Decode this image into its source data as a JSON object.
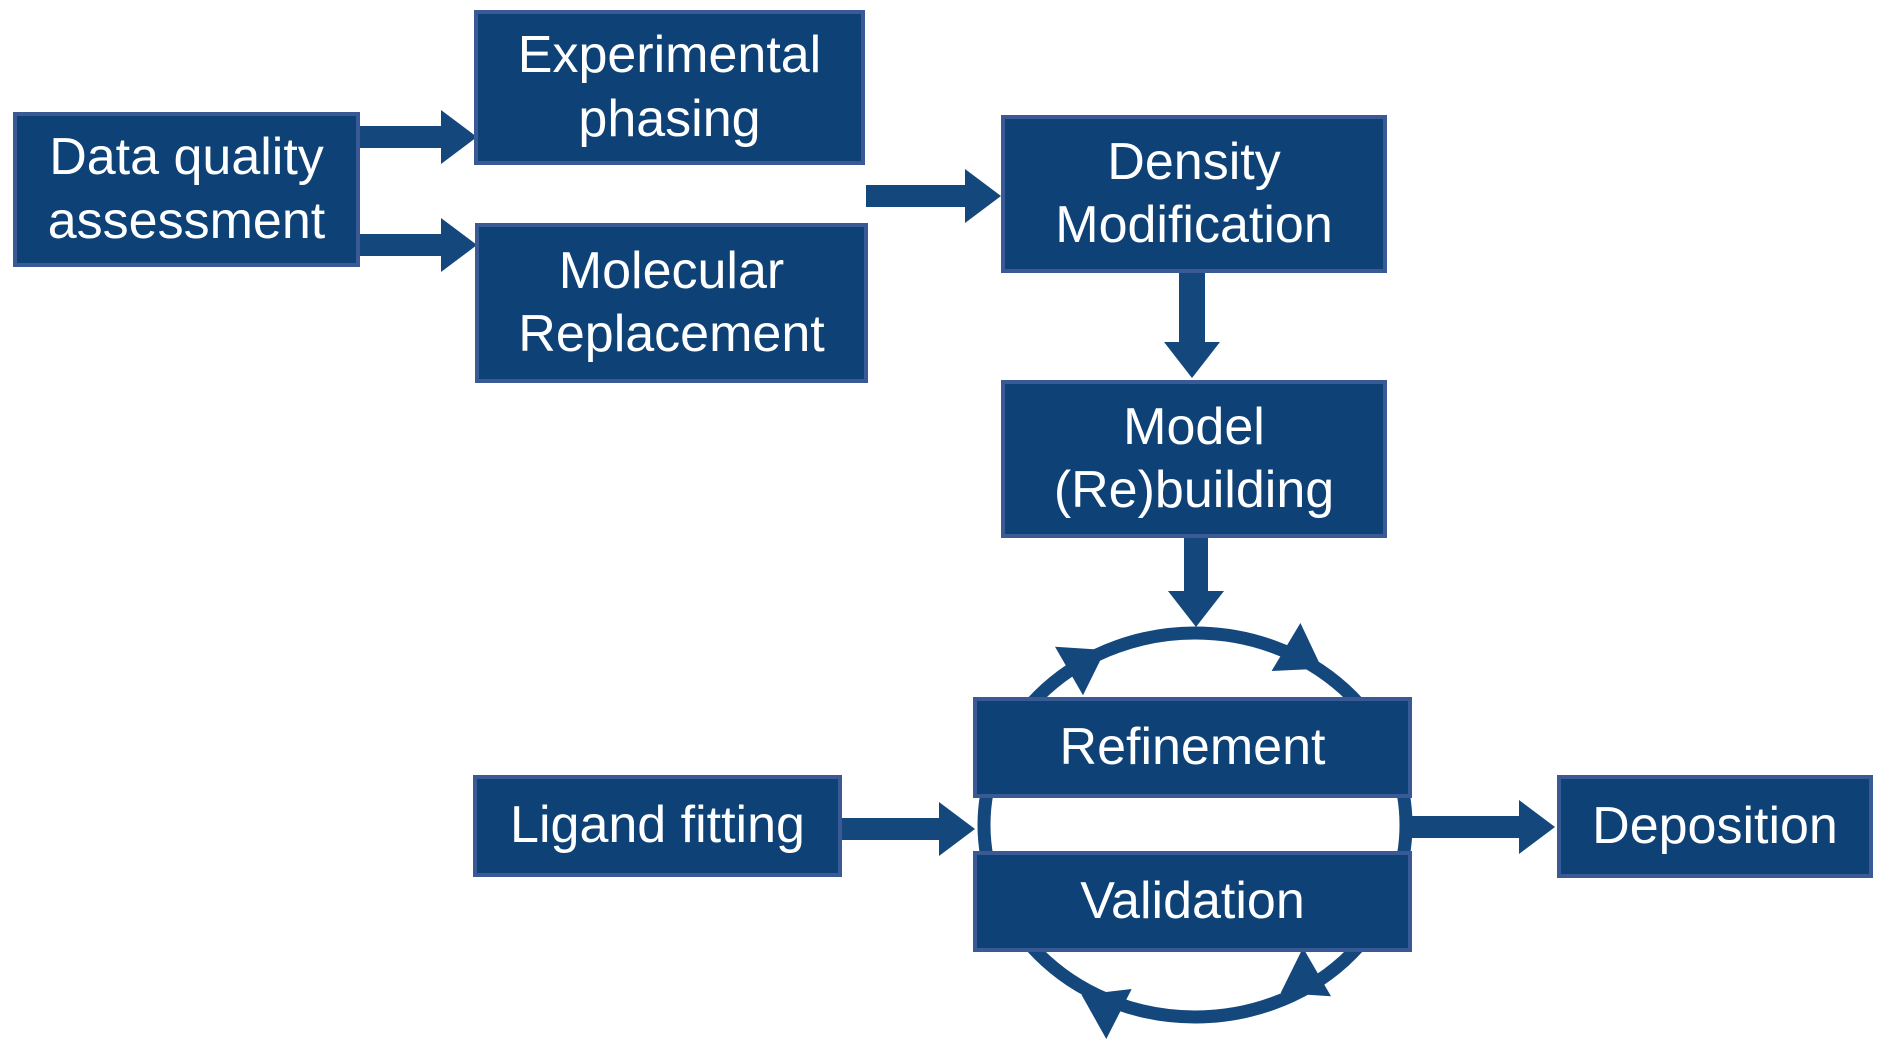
{
  "palette": {
    "background": "#FFFFFF",
    "box_fill": "#0E4277",
    "box_border": "#3A5A96",
    "arrow": "#14487C",
    "text": "#FFFFFF"
  },
  "nodes": {
    "data_quality": {
      "label": "Data quality assessment"
    },
    "experimental_phasing": {
      "label": "Experimental phasing"
    },
    "molecular_replacement": {
      "label": "Molecular Replacement"
    },
    "density_modification": {
      "label": "Density Modification"
    },
    "model_rebuilding": {
      "label": "Model (Re)building"
    },
    "refinement": {
      "label": "Refinement"
    },
    "validation": {
      "label": "Validation"
    },
    "ligand_fitting": {
      "label": "Ligand fitting"
    },
    "deposition": {
      "label": "Deposition"
    }
  },
  "edges": [
    {
      "from": "Data quality assessment",
      "to": "Experimental phasing"
    },
    {
      "from": "Data quality assessment",
      "to": "Molecular Replacement"
    },
    {
      "from": "Experimental phasing + Molecular Replacement",
      "to": "Density Modification"
    },
    {
      "from": "Density Modification",
      "to": "Model (Re)building"
    },
    {
      "from": "Model (Re)building",
      "to": "Refinement/Validation cycle"
    },
    {
      "from": "Ligand fitting",
      "to": "Refinement/Validation cycle"
    },
    {
      "from": "Refinement/Validation cycle",
      "to": "Deposition"
    }
  ],
  "cycle": {
    "between": [
      "Refinement",
      "Validation"
    ],
    "direction": "clockwise"
  }
}
